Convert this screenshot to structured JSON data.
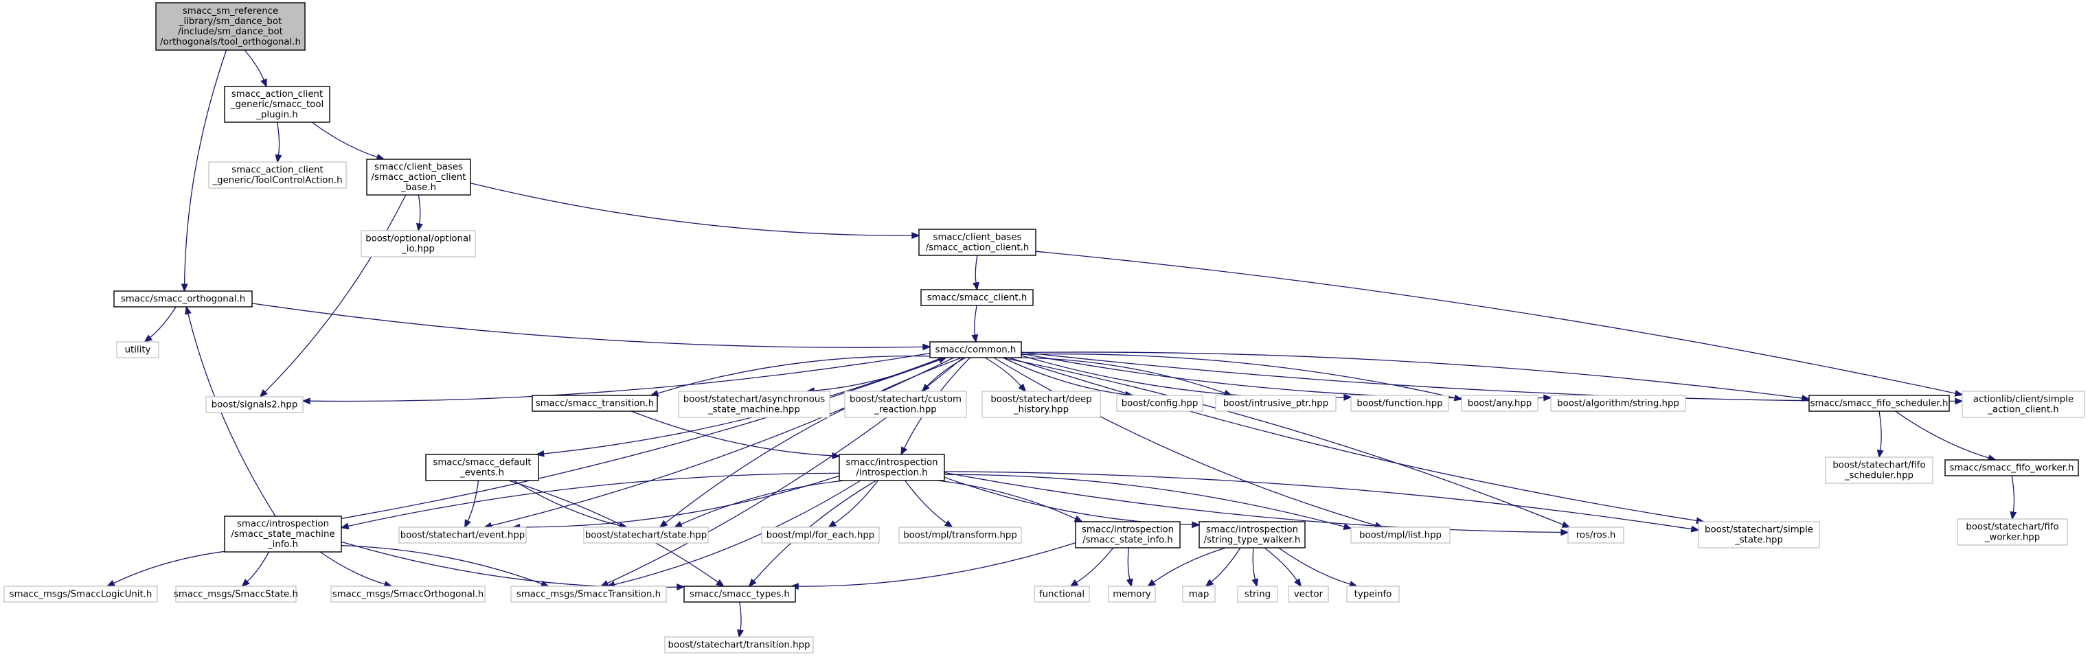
{
  "colors": {
    "edge": "#191970",
    "root_fill": "#bfbfbf",
    "external_border": "#bfbfbf",
    "node_border": "#000000"
  },
  "nodes": [
    {
      "id": "tool_orthogonal",
      "lines": [
        "smacc_sm_reference",
        "_library/sm_dance_bot",
        "/include/sm_dance_bot",
        "/orthogonals/tool_orthogonal.h"
      ],
      "kind": "root"
    },
    {
      "id": "smacc_tool_plugin",
      "lines": [
        "smacc_action_client",
        "_generic/smacc_tool",
        "_plugin.h"
      ],
      "kind": "local"
    },
    {
      "id": "ToolControlAction",
      "lines": [
        "smacc_action_client",
        "_generic/ToolControlAction.h"
      ],
      "kind": "external"
    },
    {
      "id": "smacc_action_client_base",
      "lines": [
        "smacc/client_bases",
        "/smacc_action_client",
        "_base.h"
      ],
      "kind": "local"
    },
    {
      "id": "optional_io",
      "lines": [
        "boost/optional/optional",
        "_io.hpp"
      ],
      "kind": "external"
    },
    {
      "id": "smacc_action_client",
      "lines": [
        "smacc/client_bases",
        "/smacc_action_client.h"
      ],
      "kind": "local"
    },
    {
      "id": "smacc_client",
      "lines": [
        "smacc/smacc_client.h"
      ],
      "kind": "local"
    },
    {
      "id": "smacc_orthogonal",
      "lines": [
        "smacc/smacc_orthogonal.h"
      ],
      "kind": "local"
    },
    {
      "id": "utility",
      "lines": [
        "utility"
      ],
      "kind": "external"
    },
    {
      "id": "common",
      "lines": [
        "smacc/common.h"
      ],
      "kind": "local"
    },
    {
      "id": "signals2",
      "lines": [
        "boost/signals2.hpp"
      ],
      "kind": "external"
    },
    {
      "id": "smacc_transition",
      "lines": [
        "smacc/smacc_transition.h"
      ],
      "kind": "local"
    },
    {
      "id": "async_sm",
      "lines": [
        "boost/statechart/asynchronous",
        "_state_machine.hpp"
      ],
      "kind": "external"
    },
    {
      "id": "custom_reaction",
      "lines": [
        "boost/statechart/custom",
        "_reaction.hpp"
      ],
      "kind": "external"
    },
    {
      "id": "deep_history",
      "lines": [
        "boost/statechart/deep",
        "_history.hpp"
      ],
      "kind": "external"
    },
    {
      "id": "config",
      "lines": [
        "boost/config.hpp"
      ],
      "kind": "external"
    },
    {
      "id": "intrusive_ptr",
      "lines": [
        "boost/intrusive_ptr.hpp"
      ],
      "kind": "external"
    },
    {
      "id": "function",
      "lines": [
        "boost/function.hpp"
      ],
      "kind": "external"
    },
    {
      "id": "any",
      "lines": [
        "boost/any.hpp"
      ],
      "kind": "external"
    },
    {
      "id": "algorithm_string",
      "lines": [
        "boost/algorithm/string.hpp"
      ],
      "kind": "external"
    },
    {
      "id": "fifo_scheduler_h",
      "lines": [
        "smacc/smacc_fifo_scheduler.h"
      ],
      "kind": "local"
    },
    {
      "id": "simple_action_client",
      "lines": [
        "actionlib/client/simple",
        "_action_client.h"
      ],
      "kind": "external"
    },
    {
      "id": "fifo_scheduler_hpp",
      "lines": [
        "boost/statechart/fifo",
        "_scheduler.hpp"
      ],
      "kind": "external"
    },
    {
      "id": "fifo_worker_h",
      "lines": [
        "smacc/smacc_fifo_worker.h"
      ],
      "kind": "local"
    },
    {
      "id": "fifo_worker_hpp",
      "lines": [
        "boost/statechart/fifo",
        "_worker.hpp"
      ],
      "kind": "external"
    },
    {
      "id": "default_events",
      "lines": [
        "smacc/smacc_default",
        "_events.h"
      ],
      "kind": "local"
    },
    {
      "id": "introspection",
      "lines": [
        "smacc/introspection",
        "/introspection.h"
      ],
      "kind": "local"
    },
    {
      "id": "state_machine_info",
      "lines": [
        "smacc/introspection",
        "/smacc_state_machine",
        "_info.h"
      ],
      "kind": "local"
    },
    {
      "id": "event_hpp",
      "lines": [
        "boost/statechart/event.hpp"
      ],
      "kind": "external"
    },
    {
      "id": "state_hpp",
      "lines": [
        "boost/statechart/state.hpp"
      ],
      "kind": "external"
    },
    {
      "id": "for_each",
      "lines": [
        "boost/mpl/for_each.hpp"
      ],
      "kind": "external"
    },
    {
      "id": "mpl_transform",
      "lines": [
        "boost/mpl/transform.hpp"
      ],
      "kind": "external"
    },
    {
      "id": "state_info",
      "lines": [
        "smacc/introspection",
        "/smacc_state_info.h"
      ],
      "kind": "local"
    },
    {
      "id": "string_type_walker",
      "lines": [
        "smacc/introspection",
        "/string_type_walker.h"
      ],
      "kind": "local"
    },
    {
      "id": "mpl_list",
      "lines": [
        "boost/mpl/list.hpp"
      ],
      "kind": "external"
    },
    {
      "id": "ros",
      "lines": [
        "ros/ros.h"
      ],
      "kind": "external"
    },
    {
      "id": "simple_state",
      "lines": [
        "boost/statechart/simple",
        "_state.hpp"
      ],
      "kind": "external"
    },
    {
      "id": "SmaccLogicUnit",
      "lines": [
        "smacc_msgs/SmaccLogicUnit.h"
      ],
      "kind": "external"
    },
    {
      "id": "SmaccState",
      "lines": [
        "smacc_msgs/SmaccState.h"
      ],
      "kind": "external"
    },
    {
      "id": "SmaccOrthogonal",
      "lines": [
        "smacc_msgs/SmaccOrthogonal.h"
      ],
      "kind": "external"
    },
    {
      "id": "SmaccTransition",
      "lines": [
        "smacc_msgs/SmaccTransition.h"
      ],
      "kind": "external"
    },
    {
      "id": "smacc_types",
      "lines": [
        "smacc/smacc_types.h"
      ],
      "kind": "local"
    },
    {
      "id": "functional",
      "lines": [
        "functional"
      ],
      "kind": "external"
    },
    {
      "id": "memory",
      "lines": [
        "memory"
      ],
      "kind": "external"
    },
    {
      "id": "map",
      "lines": [
        "map"
      ],
      "kind": "external"
    },
    {
      "id": "string",
      "lines": [
        "string"
      ],
      "kind": "external"
    },
    {
      "id": "vector",
      "lines": [
        "vector"
      ],
      "kind": "external"
    },
    {
      "id": "typeinfo",
      "lines": [
        "typeinfo"
      ],
      "kind": "external"
    },
    {
      "id": "transition_hpp",
      "lines": [
        "boost/statechart/transition.hpp"
      ],
      "kind": "external"
    }
  ],
  "edges": [
    [
      "tool_orthogonal",
      "smacc_tool_plugin"
    ],
    [
      "tool_orthogonal",
      "smacc_orthogonal"
    ],
    [
      "smacc_tool_plugin",
      "ToolControlAction"
    ],
    [
      "smacc_tool_plugin",
      "smacc_action_client_base"
    ],
    [
      "smacc_action_client_base",
      "optional_io"
    ],
    [
      "smacc_action_client_base",
      "smacc_action_client"
    ],
    [
      "smacc_action_client_base",
      "signals2"
    ],
    [
      "smacc_action_client",
      "smacc_client"
    ],
    [
      "smacc_action_client",
      "simple_action_client"
    ],
    [
      "smacc_client",
      "common"
    ],
    [
      "smacc_orthogonal",
      "utility"
    ],
    [
      "smacc_orthogonal",
      "common"
    ],
    [
      "common",
      "signals2"
    ],
    [
      "common",
      "smacc_transition"
    ],
    [
      "common",
      "async_sm"
    ],
    [
      "common",
      "custom_reaction"
    ],
    [
      "common",
      "deep_history"
    ],
    [
      "common",
      "config"
    ],
    [
      "common",
      "intrusive_ptr"
    ],
    [
      "common",
      "function"
    ],
    [
      "common",
      "any"
    ],
    [
      "common",
      "algorithm_string"
    ],
    [
      "common",
      "fifo_scheduler_h"
    ],
    [
      "common",
      "simple_action_client"
    ],
    [
      "common",
      "default_events"
    ],
    [
      "common",
      "introspection"
    ],
    [
      "common",
      "event_hpp"
    ],
    [
      "common",
      "state_hpp"
    ],
    [
      "common",
      "SmaccTransition"
    ],
    [
      "common",
      "mpl_list"
    ],
    [
      "common",
      "ros"
    ],
    [
      "common",
      "simple_state"
    ],
    [
      "fifo_scheduler_h",
      "fifo_scheduler_hpp"
    ],
    [
      "fifo_scheduler_h",
      "fifo_worker_h"
    ],
    [
      "fifo_worker_h",
      "fifo_worker_hpp"
    ],
    [
      "smacc_transition",
      "introspection"
    ],
    [
      "default_events",
      "event_hpp"
    ],
    [
      "default_events",
      "state_hpp"
    ],
    [
      "default_events",
      "smacc_types"
    ],
    [
      "introspection",
      "state_machine_info"
    ],
    [
      "introspection",
      "event_hpp"
    ],
    [
      "introspection",
      "state_hpp"
    ],
    [
      "introspection",
      "for_each"
    ],
    [
      "introspection",
      "mpl_transform"
    ],
    [
      "introspection",
      "state_info"
    ],
    [
      "introspection",
      "string_type_walker"
    ],
    [
      "introspection",
      "mpl_list"
    ],
    [
      "introspection",
      "ros"
    ],
    [
      "introspection",
      "simple_state"
    ],
    [
      "introspection",
      "smacc_types"
    ],
    [
      "introspection",
      "SmaccTransition"
    ],
    [
      "state_machine_info",
      "common"
    ],
    [
      "state_machine_info",
      "smacc_orthogonal"
    ],
    [
      "state_machine_info",
      "SmaccLogicUnit"
    ],
    [
      "state_machine_info",
      "SmaccState"
    ],
    [
      "state_machine_info",
      "SmaccOrthogonal"
    ],
    [
      "state_machine_info",
      "SmaccTransition"
    ],
    [
      "state_machine_info",
      "smacc_types"
    ],
    [
      "state_info",
      "functional"
    ],
    [
      "state_info",
      "memory"
    ],
    [
      "state_info",
      "smacc_types"
    ],
    [
      "string_type_walker",
      "memory"
    ],
    [
      "string_type_walker",
      "map"
    ],
    [
      "string_type_walker",
      "string"
    ],
    [
      "string_type_walker",
      "vector"
    ],
    [
      "string_type_walker",
      "typeinfo"
    ],
    [
      "smacc_types",
      "transition_hpp"
    ]
  ]
}
